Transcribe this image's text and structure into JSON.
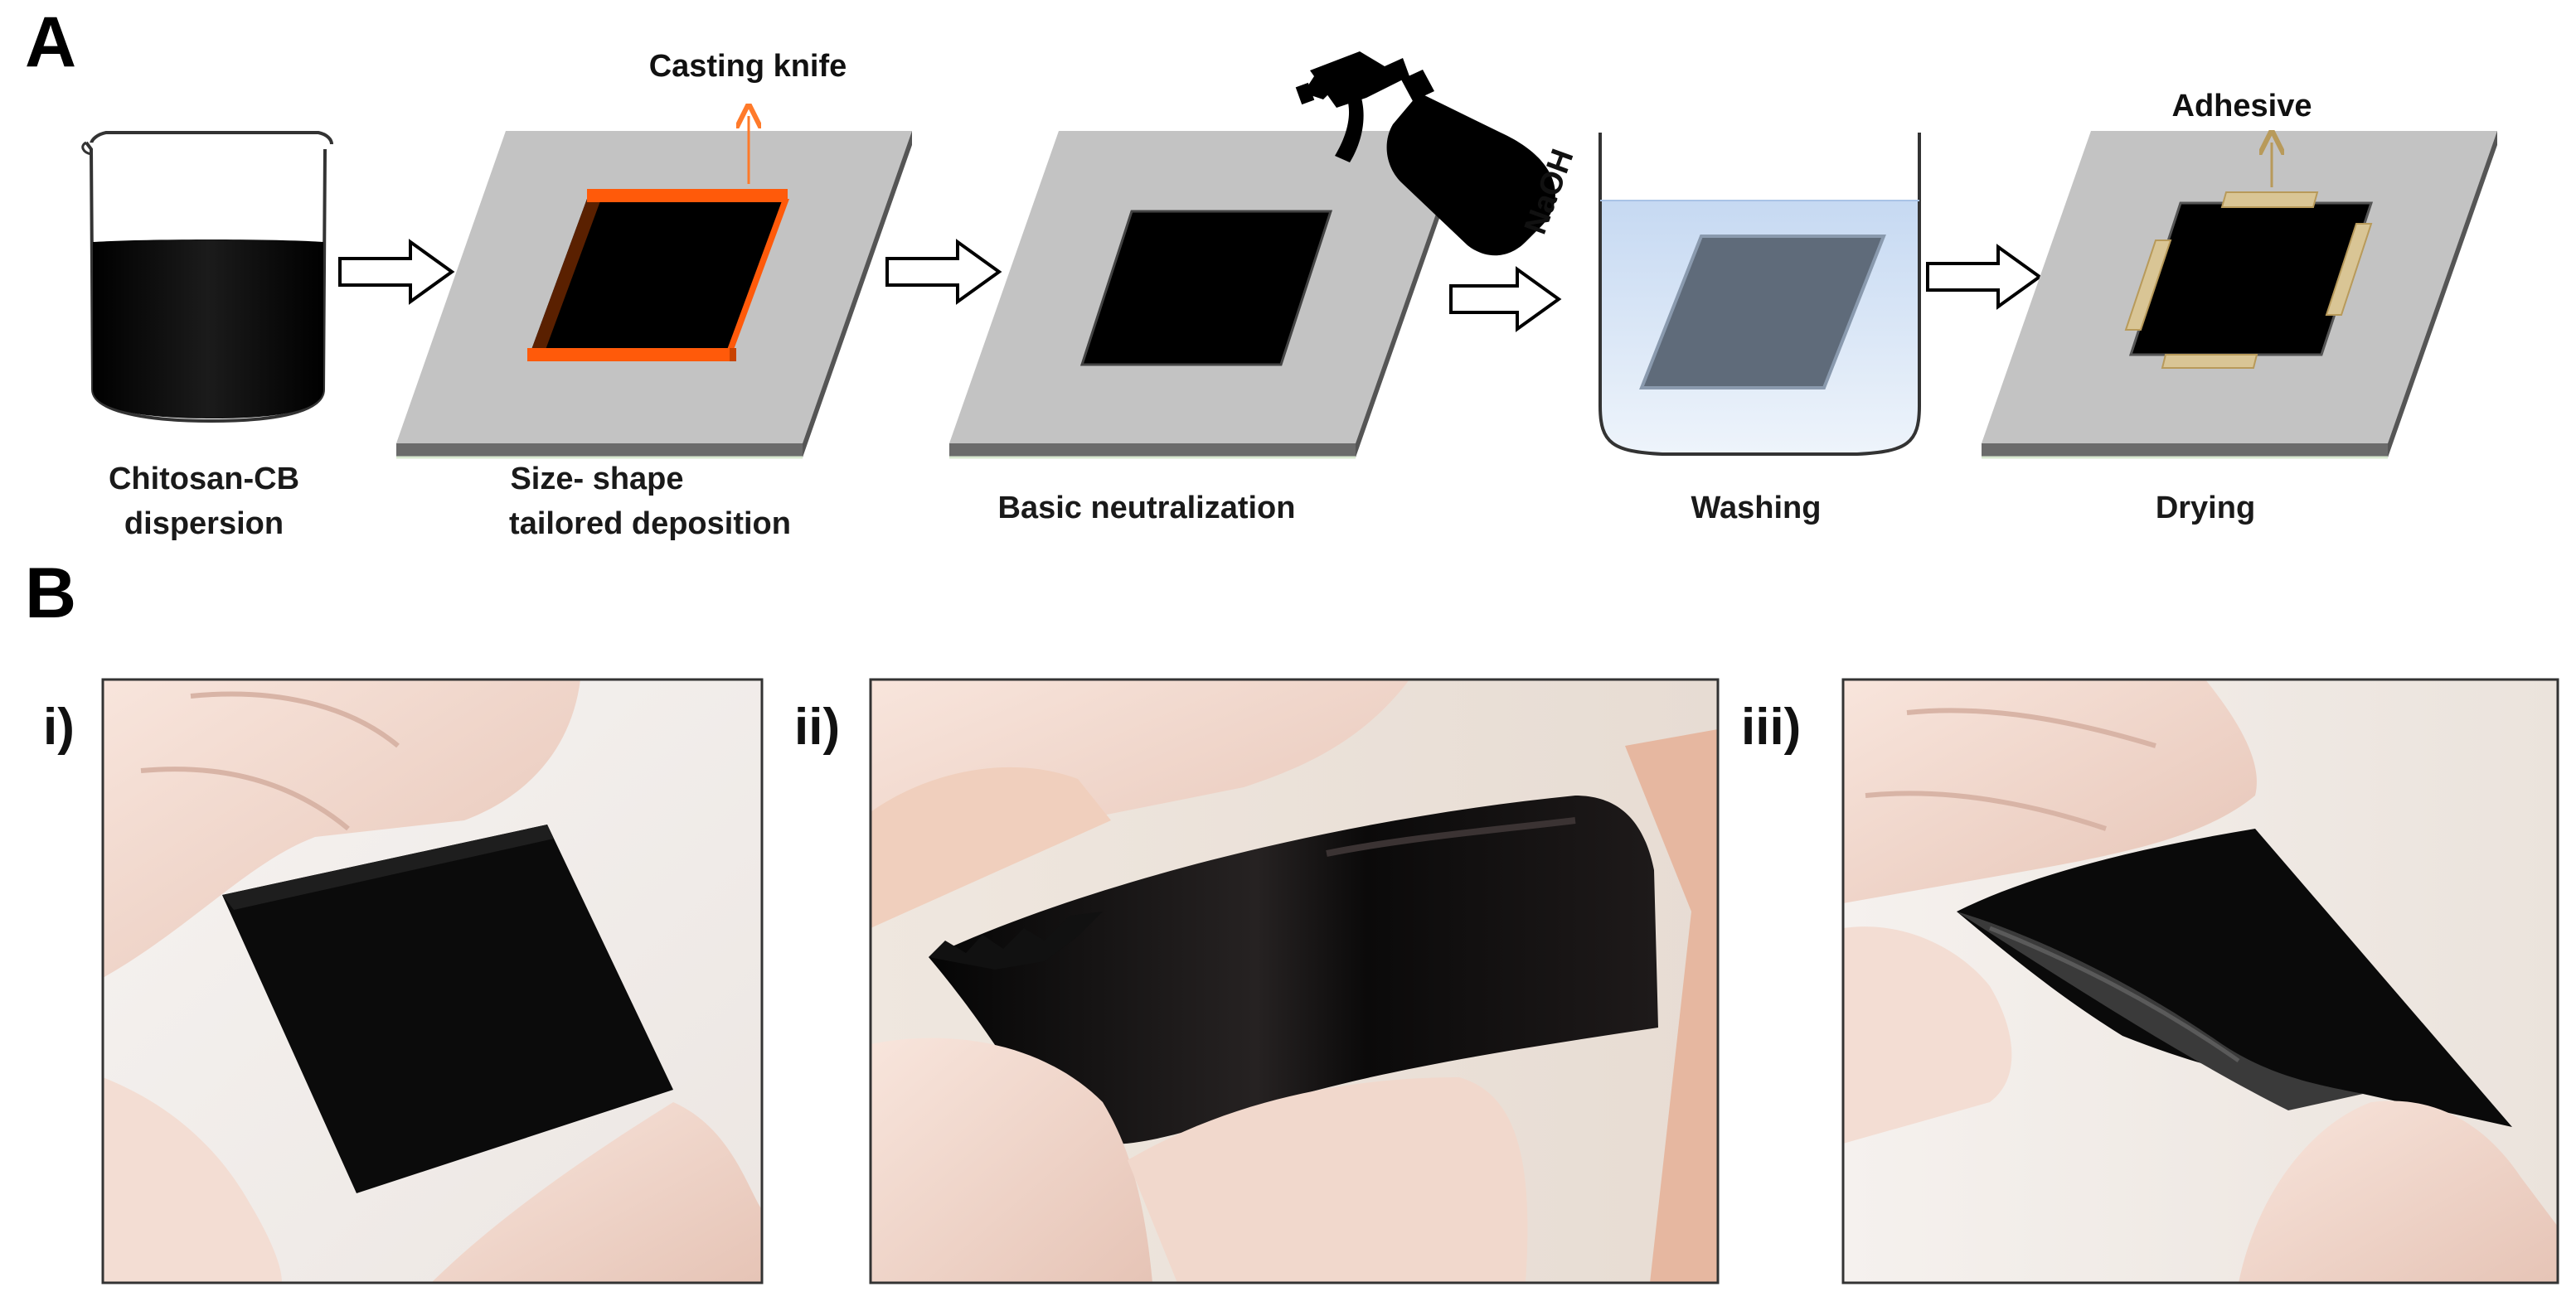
{
  "panels": {
    "a": {
      "letter": "A",
      "steps": [
        {
          "label_lines": [
            "Chitosan-CB",
            "dispersion"
          ]
        },
        {
          "label_lines": [
            "Size- shape",
            "tailored deposition"
          ]
        },
        {
          "label_lines": [
            "Basic neutralization"
          ]
        },
        {
          "label_lines": [
            "Washing"
          ]
        },
        {
          "label_lines": [
            "Drying"
          ]
        }
      ],
      "callouts": {
        "casting_knife": "Casting knife",
        "naoh": "NaOH",
        "adhesive": "Adhesive"
      }
    },
    "b": {
      "letter": "B",
      "photos": [
        {
          "label": "i)"
        },
        {
          "label": "ii)"
        },
        {
          "label": "iii)"
        }
      ]
    }
  },
  "colors": {
    "film": "#000000",
    "plate_top": "#c3c3c3",
    "plate_edge": "#686868",
    "casting_knife": "#ff5a0a",
    "adhesive_tape": "#d9c595",
    "water": "#cfe0f4",
    "glove": "#f1d8cc",
    "photo_background": "#f4f1ee"
  }
}
